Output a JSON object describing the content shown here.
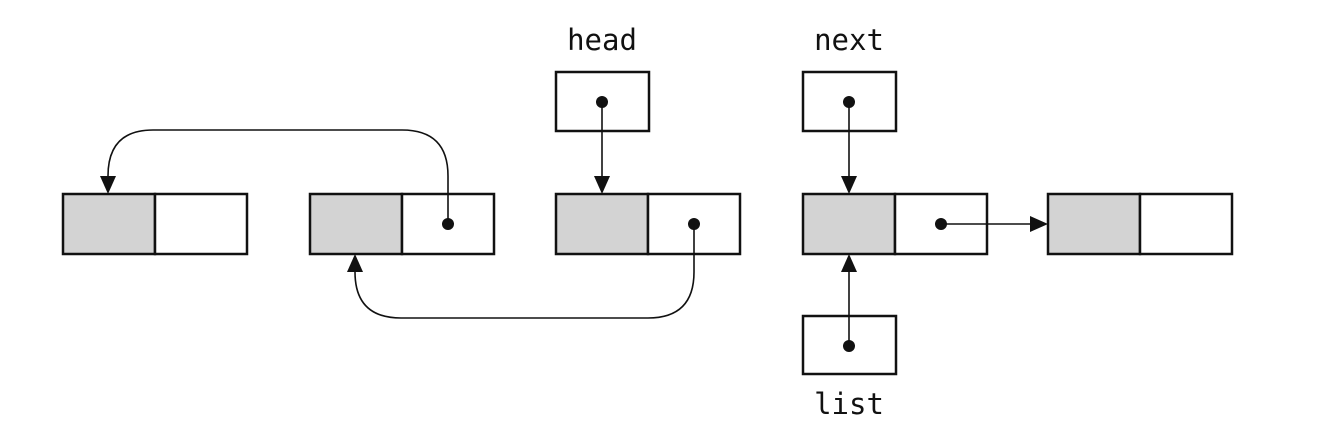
{
  "variables": {
    "head": "head",
    "next": "next",
    "list": "list"
  },
  "colors": {
    "data_cell": "#d3d3d3",
    "next_cell": "#ffffff",
    "stroke": "#111111"
  },
  "nodes": [
    "node-1",
    "node-2",
    "node-3",
    "node-4",
    "node-5"
  ],
  "pointers": [
    {
      "from": "node-2",
      "to": "node-1"
    },
    {
      "from": "node-3",
      "to": "node-2"
    },
    {
      "from": "head",
      "to": "node-3"
    },
    {
      "from": "next",
      "to": "node-4"
    },
    {
      "from": "list",
      "to": "node-4"
    },
    {
      "from": "node-4",
      "to": "node-5"
    }
  ]
}
